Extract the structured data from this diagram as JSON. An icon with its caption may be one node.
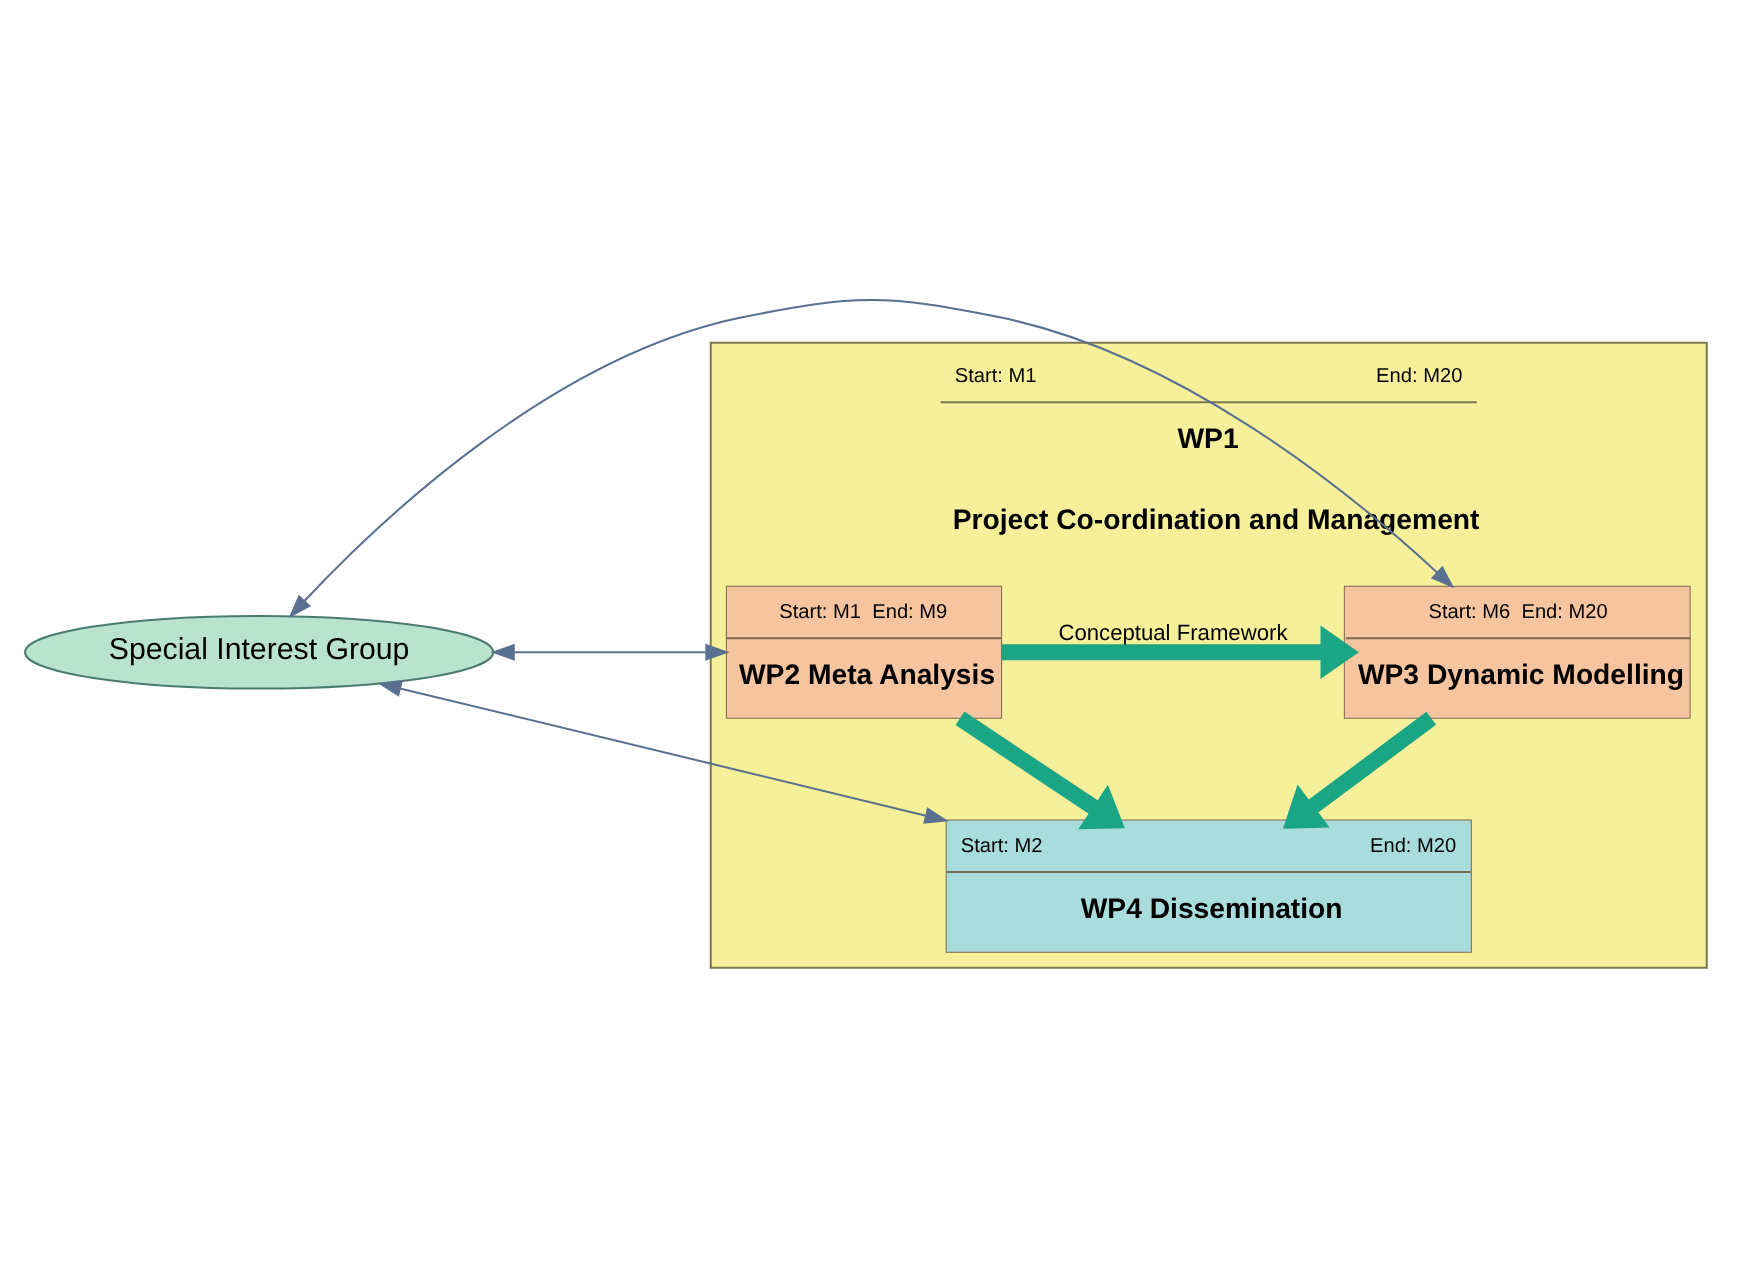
{
  "diagram": {
    "nodes": [
      {
        "text": [
          "Special Interest Group"
        ]
      },
      {
        "text": [
          "Start: M1",
          "End: M20",
          "WP1",
          "Project Co-ordination and Management"
        ]
      },
      {
        "text": [
          "Start: M1  End: M9",
          "WP2 Meta Analysis"
        ],
        "in": 1
      },
      {
        "text": [
          "Start: M6  End: M20",
          "WP3 Dynamic Modelling"
        ],
        "in": 1
      },
      {
        "text": [
          "Start: M2",
          "End: M20",
          "WP4 Dissemination"
        ],
        "in": 1
      }
    ],
    "edges": [
      {
        "from": 0,
        "to": 2,
        "arrow": "both"
      },
      {
        "from": 0,
        "to": 3,
        "arrow": "both"
      },
      {
        "from": 0,
        "to": 4,
        "arrow": "both"
      },
      {
        "from": 2,
        "to": 3,
        "arrow": "to",
        "label": "Conceptual Framework",
        "style": "thick",
        "color": "#1aa585"
      },
      {
        "from": 2,
        "to": 4,
        "arrow": "to",
        "style": "thick",
        "color": "#1aa585"
      },
      {
        "from": 3,
        "to": 4,
        "arrow": "to",
        "style": "thick",
        "color": "#1aa585"
      }
    ]
  }
}
